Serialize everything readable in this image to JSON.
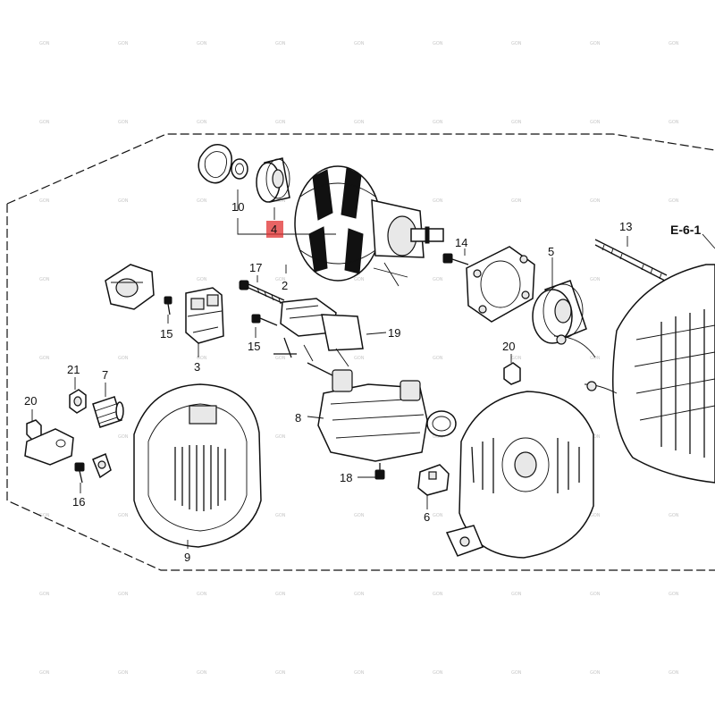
{
  "diagram": {
    "reference_label": "E-6-1",
    "highlight_color": "#e03030",
    "watermark_text": "GON",
    "callouts": {
      "c2": "2",
      "c3": "3",
      "c4": "4",
      "c5": "5",
      "c6": "6",
      "c7": "7",
      "c8": "8",
      "c9": "9",
      "c10": "10",
      "c13": "13",
      "c14": "14",
      "c15a": "15",
      "c15b": "15",
      "c16": "16",
      "c17": "17",
      "c18": "18",
      "c19": "19",
      "c20a": "20",
      "c20b": "20",
      "c21": "21"
    }
  }
}
